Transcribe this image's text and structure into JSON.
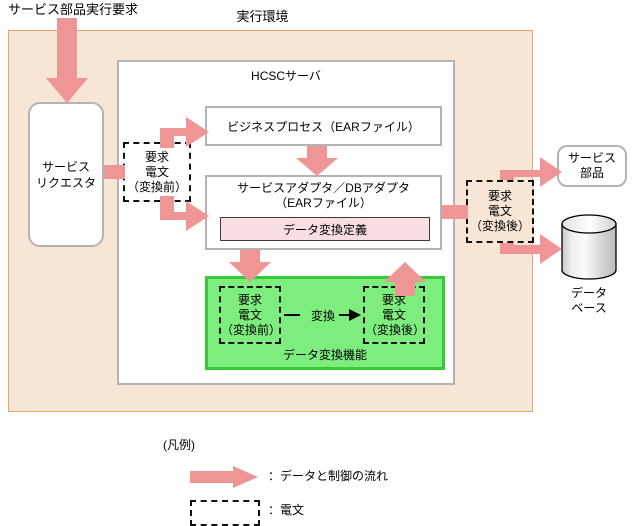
{
  "diagram": {
    "top_caption": "サービス部品実行要求",
    "env": {
      "title": "実行環境"
    },
    "hcsc": {
      "title": "HCSCサーバ"
    },
    "business_process": {
      "label": "ビジネスプロセス（EARファイル）"
    },
    "adapter": {
      "line1": "サービスアダプタ／DBアダプタ",
      "line2": "（EARファイル）",
      "transform_definition": "データ変換定義"
    },
    "conversion": {
      "label": "データ変換機能",
      "arrow_label": "変換",
      "input": {
        "line1": "要求",
        "line2": "電文",
        "line3": "（変換前）"
      },
      "output": {
        "line1": "要求",
        "line2": "電文",
        "line3": "（変換後）"
      }
    },
    "message_before": {
      "line1": "要求",
      "line2": "電文",
      "line3": "（変換前）"
    },
    "message_after": {
      "line1": "要求",
      "line2": "電文",
      "line3": "（変換後）"
    },
    "requester": {
      "line1": "サービス",
      "line2": "リクエスタ"
    },
    "service_component": {
      "line1": "サービス",
      "line2": "部品"
    },
    "database": {
      "line1": "データ",
      "line2": "ベース"
    },
    "legend": {
      "title": "(凡例)",
      "arrow_label": "：データと制御の流れ",
      "box_label": "：電文"
    },
    "colors": {
      "arrow_pink": "#f09595",
      "env_fill": "#f7e6d6",
      "env_border": "#e0a970",
      "box_border": "#b3b3b3",
      "green_fill": "#7ded7d",
      "green_border": "#38c838",
      "transform_fill": "#fadfe2"
    }
  }
}
